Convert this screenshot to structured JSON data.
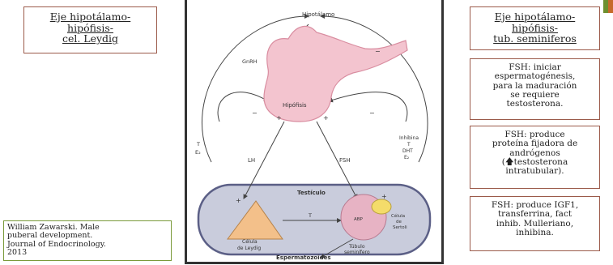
{
  "left_title": {
    "line1": "Eje hipotálamo-",
    "line2": "hipófisis-",
    "line3": "cel. Leydig"
  },
  "right_title": {
    "line1": "Eje hipotálamo-",
    "line2": "hipófisis-",
    "line3": "tub. seminiferos"
  },
  "facts": [
    {
      "lines": [
        "FSH: iniciar",
        "espermatogénesis,",
        "para la maduración",
        "se requiere",
        "testosterona."
      ]
    },
    {
      "lines": [
        "FSH: produce",
        "proteína fijadora de",
        "andrógenos",
        "(🡅testosterona",
        "intratubular)."
      ]
    },
    {
      "lines": [
        "FSH: produce IGF1,",
        "transferrina, fact",
        "inhib. Mulleriano,",
        "inhibina."
      ]
    }
  ],
  "citation": {
    "lines": [
      "William Zawarski. Male",
      "puberal development.",
      "Journal of Endocrinology.",
      "2013"
    ]
  },
  "diagram": {
    "hipotalamo": "Hipotálamo",
    "gnrh": "GnRH",
    "hipofisis": "Hipófisis",
    "lh": "LH",
    "fsh": "FSH",
    "t_e2": "T\nE₂",
    "inhibina_block": [
      "Inhibina",
      "T",
      "DHT",
      "E₂"
    ],
    "testiculo": "Testículo",
    "leydig": [
      "Célula",
      "de Leydig"
    ],
    "tubulo": [
      "Túbulo",
      "seminífero"
    ],
    "sertoli": [
      "Célula",
      "de",
      "Sertoli"
    ],
    "abp": "ABP",
    "t_inside": "T",
    "espermatozoides": "Espermatozoides",
    "plus": "+",
    "minus": "−",
    "colors": {
      "pink": "#f3c4cf",
      "pink_dark": "#d98da0",
      "testis": "#c9ccdc",
      "leydig": "#f3c08a",
      "sertoli": "#f4dc6a"
    }
  }
}
